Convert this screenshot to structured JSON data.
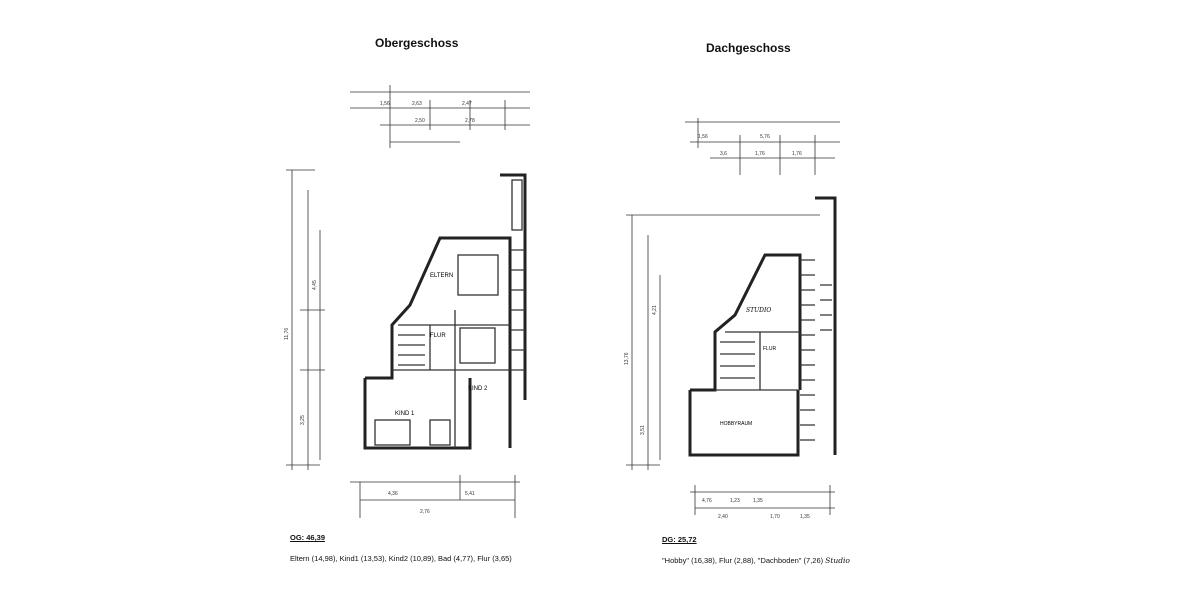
{
  "plans": {
    "og": {
      "title": "Obergeschoss",
      "total": "OG: 46,39",
      "rooms_line": "Eltern (14,98), Kind1 (13,53), Kind2 (10,89), Bad (4,77), Flur (3,65)",
      "labels": {
        "eltern": "ELTERN",
        "flur": "FLUR",
        "kind1": "KIND 1",
        "kind2": "KIND 2"
      },
      "dims": {
        "top1": "1,56",
        "top2": "2,63",
        "top3": "2,47",
        "top4": "2,50",
        "top5": "2,78",
        "bot1": "4,36",
        "bot2": "5,41",
        "bot_total": "2,76",
        "left_total": "11,76",
        "left1": "3,25",
        "left2": "4,45"
      }
    },
    "dg": {
      "title": "Dachgeschoss",
      "total": "DG: 25,72",
      "rooms_line": "\"Hobby\" (16,38), Flur (2,88),  \"Dachboden\" (7,26)",
      "studio_note": "Studio",
      "labels": {
        "studio": "STUDIO",
        "flur": "FLUR",
        "hobby": "HOBBYRAUM"
      },
      "dims": {
        "top1": "1,56",
        "top2": "5,76",
        "sub1": "3,6",
        "sub2": "1,76",
        "sub3": "1,76",
        "bot1": "4,76",
        "bot2": "1,23",
        "bot3": "1,35",
        "bot4": "2,40",
        "bot5": "1,70",
        "bot6": "1,35",
        "left_total": "13,76",
        "left1": "3,51",
        "left2": "4,21"
      }
    }
  }
}
